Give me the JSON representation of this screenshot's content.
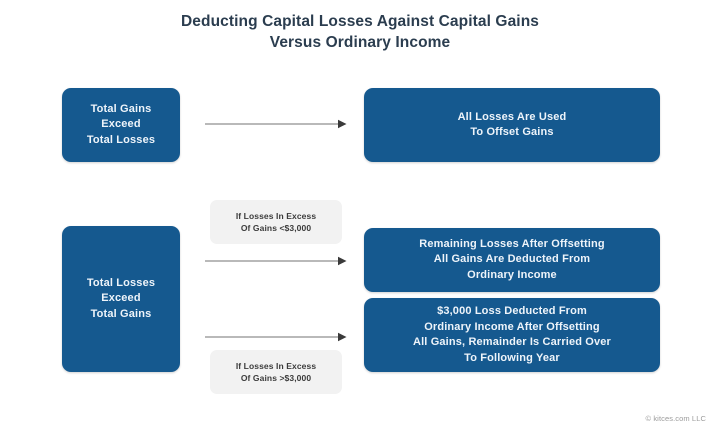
{
  "title": {
    "line1": "Deducting Capital Losses Against Capital Gains",
    "line2": "Versus Ordinary Income"
  },
  "colors": {
    "node_blue": "#15598f",
    "node_text": "#eef4fa",
    "label_gray_bg": "#f2f2f2",
    "label_gray_text": "#3b3b3b",
    "title_text": "#2b3d4f",
    "arrow": "#737373",
    "background": "#ffffff",
    "footer_text": "#9b9b9b"
  },
  "nodes": {
    "gains_exceed_losses": {
      "line1": "Total Gains",
      "line2": "Exceed",
      "line3": "Total Losses"
    },
    "all_losses_offset": {
      "line1": "All Losses Are Used",
      "line2": "To Offset Gains"
    },
    "losses_exceed_gains": {
      "line1": "Total Losses",
      "line2": "Exceed",
      "line3": "Total Gains"
    },
    "remaining_losses": {
      "line1": "Remaining Losses After Offsetting",
      "line2": "All Gains Are Deducted From",
      "line3": "Ordinary Income"
    },
    "three_thousand_loss": {
      "line1": "$3,000 Loss Deducted From",
      "line2": "Ordinary Income After Offsetting",
      "line3": "All Gains, Remainder Is Carried Over",
      "line4": "To Following Year"
    }
  },
  "condition_labels": {
    "under_3000": {
      "line1": "If Losses In Excess",
      "line2": "Of Gains <$3,000"
    },
    "over_3000": {
      "line1": "If Losses In Excess",
      "line2": "Of Gains >$3,000"
    }
  },
  "arrows": {
    "row1": "arrow-right-icon",
    "row2_top": "arrow-right-icon",
    "row2_bottom": "arrow-right-icon"
  },
  "footer": {
    "credit": "© kitces.com LLC"
  }
}
